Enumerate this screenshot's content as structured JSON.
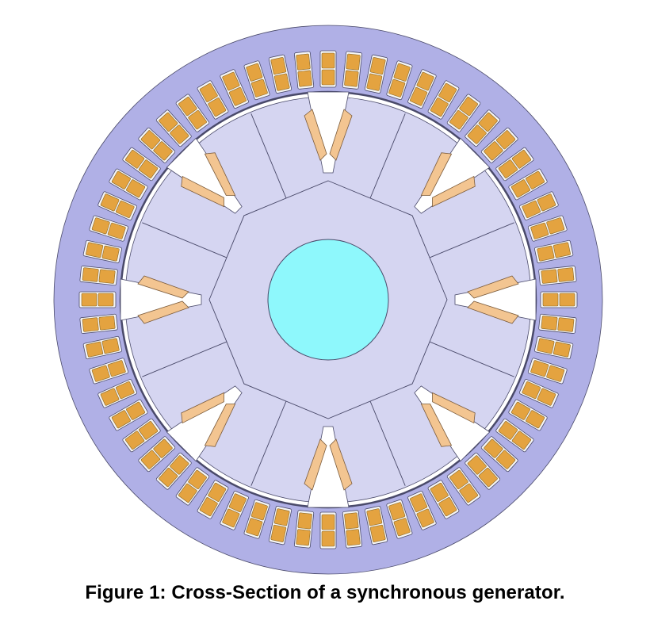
{
  "figure": {
    "caption": "Figure 1: Cross-Section of a synchronous generator."
  },
  "diagram": {
    "stator_slot_count": 60,
    "rotor_pole_count": 8,
    "colors": {
      "stator_core": "#b0b0e6",
      "rotor_core": "#d5d5f1",
      "shaft": "#8ef8fc",
      "stator_winding": "#e4a340",
      "rotor_winding": "#f3c591",
      "airgap": "#ffffff",
      "outline": "#4a4a6a",
      "slot_bg": "#f5f5f5"
    }
  }
}
